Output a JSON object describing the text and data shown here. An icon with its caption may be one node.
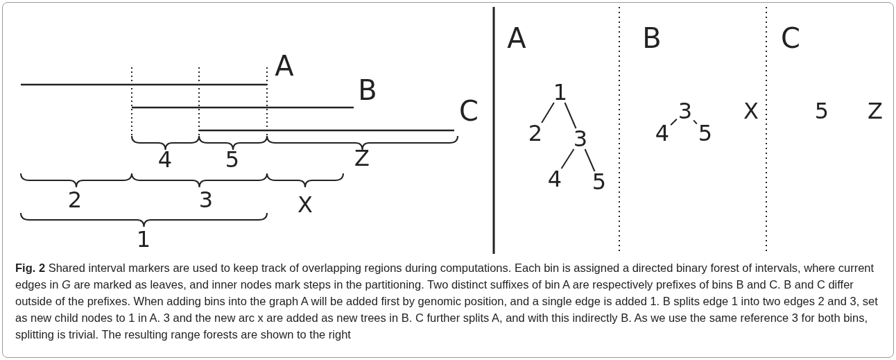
{
  "diagram": {
    "caption": "**Fig. 2** Shared interval markers are used to keep track of overlapping regions during computations. Each bin is assigned a directed binary forest of intervals, where current edges in *G* are marked as leaves, and inner nodes mark steps in the partitioning. Two distinct suffixes of bin A are respectively prefixes of bins B and C. B and C differ outside of the prefixes. When adding bins into the graph A will be added first by genomic position, and a single edge is added 1. B splits edge 1 into two edges 2 and 3, set as new child nodes to 1 in A. 3 and the new arc x are added as new trees in B. C further splits A, and with this indirectly B. As we use the same reference 3 for both bins, splitting is trivial. The resulting range forests are shown to the right",
    "nodes": [
      {
        "text": [
          "1"
        ]
      },
      {
        "text": [
          "2"
        ]
      },
      {
        "text": [
          "3"
        ]
      },
      {
        "text": [
          "4"
        ]
      },
      {
        "text": [
          "5"
        ]
      },
      {
        "text": [
          "3"
        ]
      },
      {
        "text": [
          "X"
        ]
      },
      {
        "text": [
          "4"
        ]
      },
      {
        "text": [
          "5"
        ]
      },
      {
        "text": [
          "5"
        ]
      },
      {
        "text": [
          "Z"
        ]
      }
    ],
    "edges": [
      {
        "from": 0,
        "to": 1,
        "arrow": "none"
      },
      {
        "from": 0,
        "to": 2,
        "arrow": "none"
      },
      {
        "from": 2,
        "to": 3,
        "arrow": "none"
      },
      {
        "from": 2,
        "to": 4,
        "arrow": "none"
      },
      {
        "from": 5,
        "to": 7,
        "arrow": "none"
      },
      {
        "from": 5,
        "to": 8,
        "arrow": "none"
      }
    ],
    "labels": [
      "A",
      "B",
      "C",
      "4",
      "5",
      "Z",
      "2",
      "3",
      "X",
      "1",
      "A",
      "B",
      "C"
    ]
  }
}
